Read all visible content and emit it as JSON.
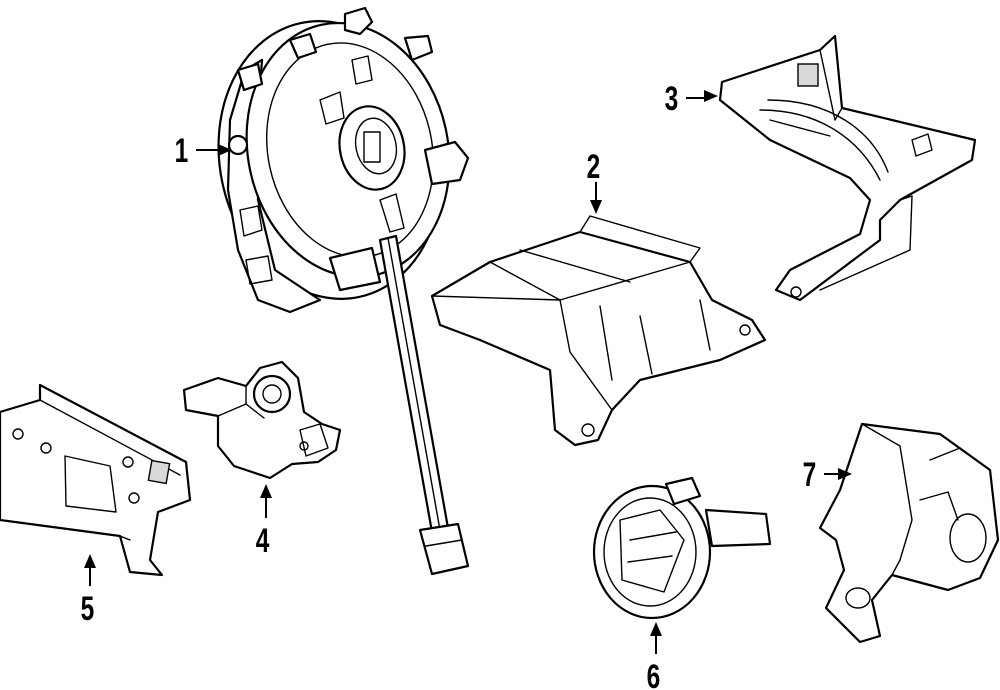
{
  "callouts": [
    {
      "id": "1",
      "label": "1"
    },
    {
      "id": "2",
      "label": "2"
    },
    {
      "id": "3",
      "label": "3"
    },
    {
      "id": "4",
      "label": "4"
    },
    {
      "id": "5",
      "label": "5"
    },
    {
      "id": "6",
      "label": "6"
    },
    {
      "id": "7",
      "label": "7"
    }
  ],
  "colors": {
    "line": "#000000",
    "background": "#ffffff",
    "shade": "#d9d9d9"
  }
}
